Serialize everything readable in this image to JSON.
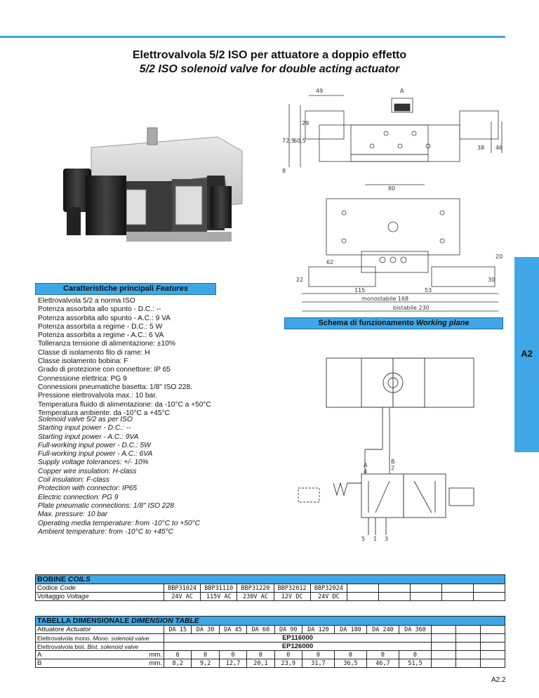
{
  "title_it": "Elettrovalvola 5/2 ISO per attuatore a doppio effetto",
  "title_en": "5/2 ISO solenoid valve for double acting actuator",
  "side_tab": "A2",
  "features_header": {
    "it": "Caratteristiche principali",
    "en": "Features"
  },
  "features_it": [
    "Elettrovalvola 5/2 a norma ISO",
    "Potenza assorbita allo spunto - D.C.: --",
    "Potenza assorbita allo spunto - A.C.: 9 VA",
    "Potenza assorbita a regime - D.C.: 5 W",
    "Potenza assorbita a regime - A.C.: 6 VA",
    "Tolleranza tensione di alimentazione: ±10%",
    "Classe di isolamento filo di rame: H",
    "Classe isolamento bobina: F",
    "Grado di protezione con connettore: IP 65",
    "Connessione elettrica: PG 9",
    "Connessioni pneumatiche basetta: 1/8\" ISO 228.",
    "Pressione elettrovalvola max.: 10 bar.",
    "Temperatura fluido di alimentazione: da -10°C a +50°C",
    "Temperatura ambiente: da -10°C a +45°C"
  ],
  "features_en": [
    "Solenoid valve 5/2 as per ISO",
    "Starting input power - D.C.: --",
    "Starting input power - A.C.: 9VA",
    "Full-working input power - D.C.: 5W",
    "Full-working input power - A.C.: 6VA",
    "Supply voltage tolerances: +/- 10%",
    "Copper wire insulation: H-class",
    "Coil insulation: F-class",
    "Protection with connector: IP65",
    "Electric connection: PG 9",
    "Plate pneumatic connections: 1/8\" ISO 228",
    "Max. pressure: 10 bar",
    "Operating media temperature: from -10°C to +50°C",
    "Ambient temperature: from -10°C to +45°C"
  ],
  "schema_header": {
    "it": "Schema di funzionamento",
    "en": "Working plane"
  },
  "drawing": {
    "dims": [
      "A",
      "49",
      "72,5",
      "60,5",
      "29",
      "8",
      "38",
      "46",
      "80",
      "62",
      "20",
      "22",
      "30",
      "115",
      "53",
      "monostabile 168",
      "bistabile 230"
    ]
  },
  "schema_labels": {
    "a": "A",
    "a_num": "4",
    "b": "B",
    "b_num": "2",
    "ports": [
      "5",
      "1",
      "3"
    ]
  },
  "bobine": {
    "title": {
      "it": "BOBINE",
      "en": "COILS"
    },
    "row1_label": {
      "it": "Codice",
      "en": "Code"
    },
    "row2_label": {
      "it": "Voltaggio",
      "en": "Voltage"
    },
    "codes": [
      "BBP31024",
      "BBP31110",
      "BBP31220",
      "BBP32012",
      "BBP32024"
    ],
    "voltages": [
      "24V AC",
      "115V AC",
      "230V AC",
      "12V DC",
      "24V DC"
    ]
  },
  "dim_table": {
    "title": {
      "it": "TABELLA DIMENSIONALE",
      "en": "DIMENSION TABLE"
    },
    "actuator_label": {
      "it": "Attuatore",
      "en": "Actuator"
    },
    "actuators": [
      "DA 15",
      "DA 30",
      "DA 45",
      "DA 60",
      "DA 90",
      "DA 120",
      "DA 180",
      "DA 240",
      "DA 360"
    ],
    "mono_label": {
      "it": "Elettrovalvola mono.",
      "en": "Mono. solenoid valve"
    },
    "mono_code": "EP116000",
    "bist_label": {
      "it": "Elettrovalvola bist.",
      "en": "Bist. solenoid valve"
    },
    "bist_code": "EP126000",
    "row_a": {
      "label": "A",
      "unit": "mm.",
      "values": [
        "6",
        "0",
        "0",
        "0",
        "0",
        "0",
        "0",
        "0",
        "0"
      ]
    },
    "row_b": {
      "label": "B",
      "unit": "mm.",
      "values": [
        "8,2",
        "9,2",
        "12,7",
        "20,1",
        "23,9",
        "31,7",
        "36,5",
        "46,7",
        "51,5"
      ]
    }
  },
  "page_number": "A2.2",
  "colors": {
    "accent": "#3fa7e6"
  }
}
